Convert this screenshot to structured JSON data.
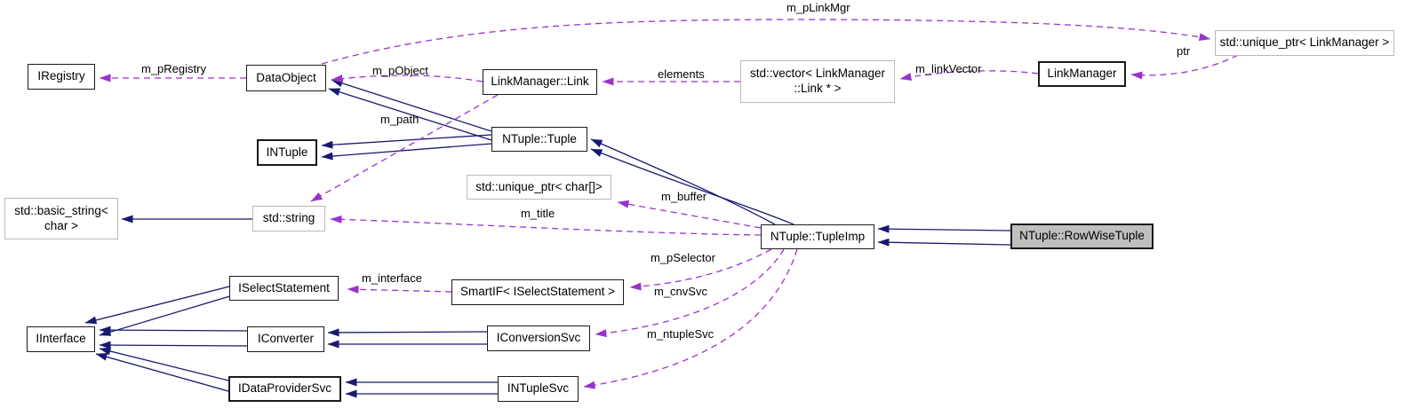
{
  "diagram": {
    "kind": "collaboration-graph",
    "focus_class": "NTuple::RowWiseTuple"
  },
  "colors": {
    "inheritance_edge": "#191970",
    "usage_edge": "#9a32cd",
    "focus_fill": "#bfbfbf",
    "node_border": "#1a1a1a",
    "external_node_border": "#b9b9b9"
  },
  "nodes": {
    "iregistry": {
      "label": "IRegistry"
    },
    "dataobject": {
      "label": "DataObject"
    },
    "linkmanager_link": {
      "label": "LinkManager::Link"
    },
    "vector_linkmanager_link": {
      "label": "std::vector< LinkManager\n::Link * >"
    },
    "linkmanager": {
      "label": "LinkManager"
    },
    "unique_ptr_linkmanager": {
      "label": "std::unique_ptr< LinkManager >"
    },
    "intuple": {
      "label": "INTuple"
    },
    "ntuple_tuple": {
      "label": "NTuple::Tuple"
    },
    "unique_ptr_char": {
      "label": "std::unique_ptr< char[]>"
    },
    "basic_string": {
      "label": "std::basic_string<\nchar >"
    },
    "std_string": {
      "label": "std::string"
    },
    "ntuple_tupleimp": {
      "label": "NTuple::TupleImp"
    },
    "ntuple_rowwisetuple": {
      "label": "NTuple::RowWiseTuple"
    },
    "iselectstatement": {
      "label": "ISelectStatement"
    },
    "smartif_iselectstatement": {
      "label": "SmartIF< ISelectStatement >"
    },
    "iinterface": {
      "label": "IInterface"
    },
    "iconverter": {
      "label": "IConverter"
    },
    "iconversionsvc": {
      "label": "IConversionSvc"
    },
    "idataprovidersvc": {
      "label": "IDataProviderSvc"
    },
    "intuplesvc": {
      "label": "INTupleSvc"
    }
  },
  "edge_labels": {
    "m_pLinkMgr": "m_pLinkMgr",
    "m_pRegistry": "m_pRegistry",
    "m_pObject": "m_pObject",
    "elements": "elements",
    "m_linkVector": "m_linkVector",
    "ptr": "ptr",
    "m_path": "m_path",
    "m_buffer": "m_buffer",
    "m_title": "m_title",
    "m_pSelector": "m_pSelector",
    "m_cnvSvc": "m_cnvSvc",
    "m_ntupleSvc": "m_ntupleSvc",
    "m_interface": "m_interface"
  }
}
